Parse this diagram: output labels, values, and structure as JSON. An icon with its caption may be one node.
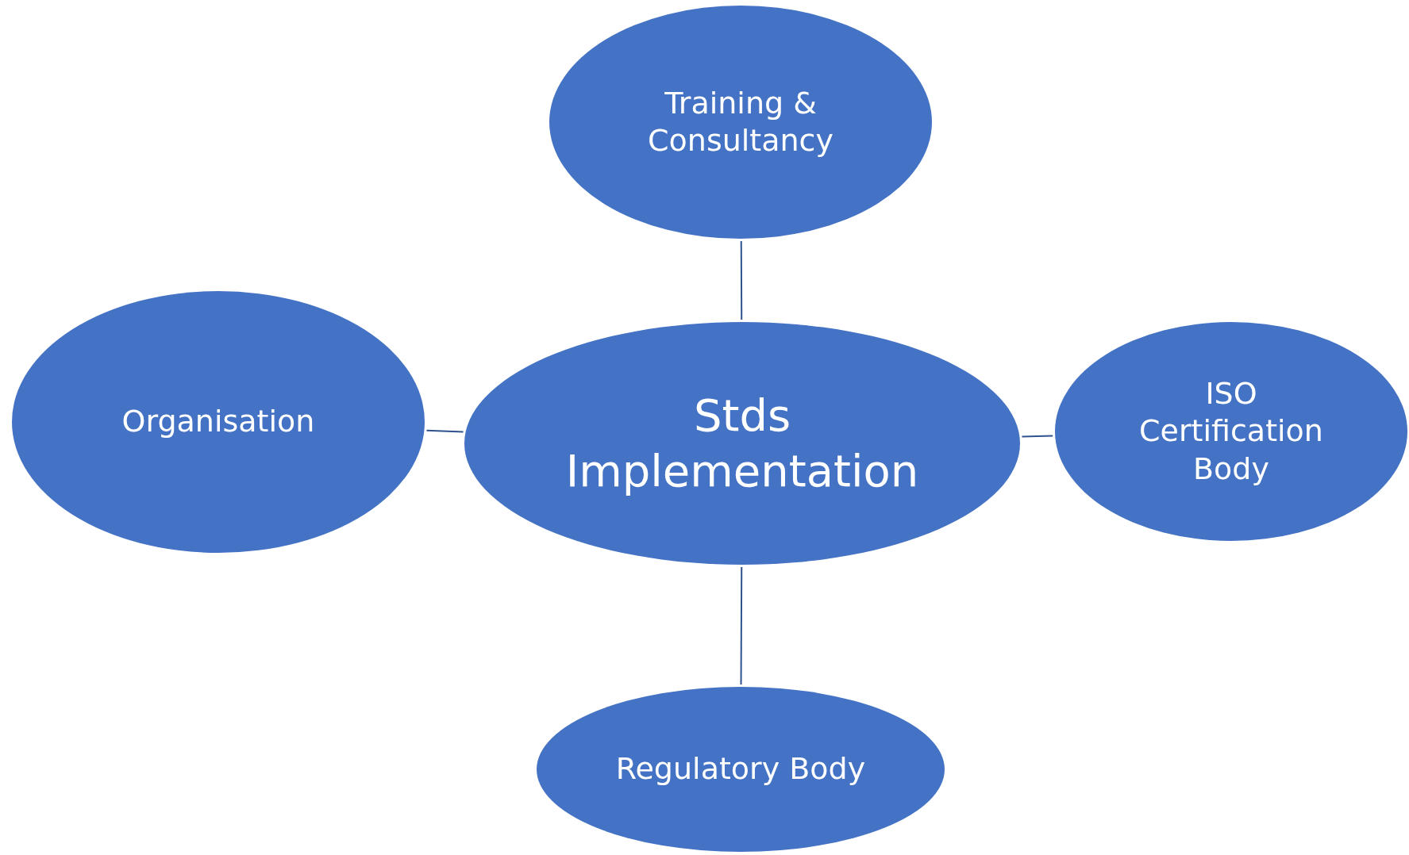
{
  "diagram": {
    "nodes": [
      {
        "text": [
          "Training & Consultancy"
        ]
      },
      {
        "text": [
          "Organisation"
        ]
      },
      {
        "text": [
          "Stds Implementation"
        ]
      },
      {
        "text": [
          "ISO Certification Body"
        ]
      },
      {
        "text": [
          "Regulatory Body"
        ]
      }
    ],
    "edges": [
      {
        "from": 0,
        "to": 2,
        "arrow": "none"
      },
      {
        "from": 1,
        "to": 2,
        "arrow": "none"
      },
      {
        "from": 2,
        "to": 3,
        "arrow": "none"
      },
      {
        "from": 2,
        "to": 4,
        "arrow": "none"
      }
    ]
  }
}
